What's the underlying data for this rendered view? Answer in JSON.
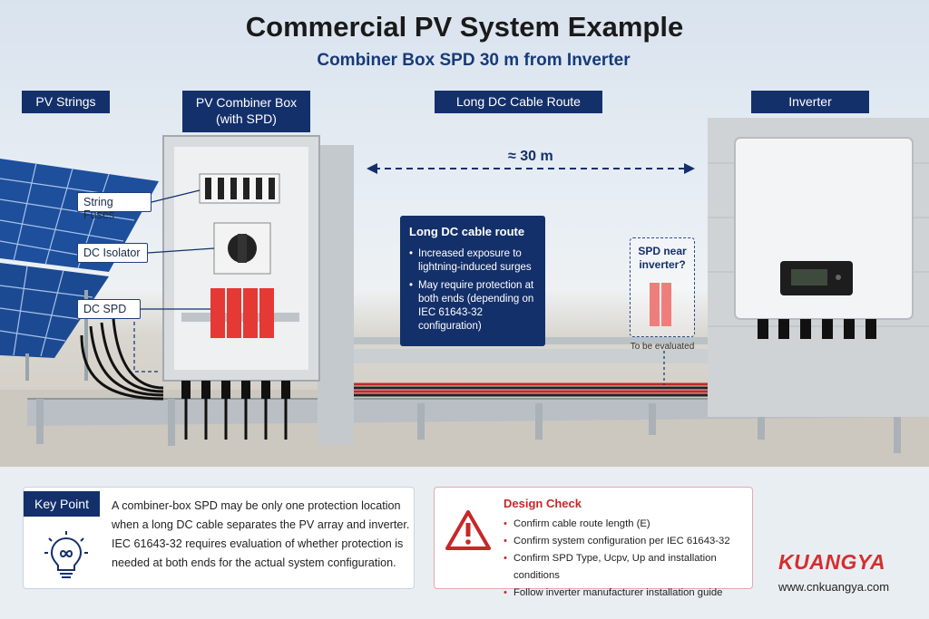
{
  "header": {
    "title": "Commercial PV System Example",
    "subtitle": "Combiner Box SPD 30 m from Inverter"
  },
  "tags": {
    "strings": "PV Strings",
    "combiner_line1": "PV Combiner Box",
    "combiner_line2": "(with SPD)",
    "cable": "Long DC Cable Route",
    "inverter": "Inverter"
  },
  "distance": "≈ 30 m",
  "callouts": {
    "fuses": "String Fuses",
    "isolator": "DC Isolator",
    "spd": "DC SPD"
  },
  "cable_info": {
    "title": "Long DC cable route",
    "items": [
      "Increased exposure to lightning-induced surges",
      "May require protection at both ends (depending on IEC 61643-32 configuration)"
    ]
  },
  "spd_near": {
    "line1": "SPD near",
    "line2": "inverter?",
    "note": "To be evaluated"
  },
  "key_point": {
    "label": "Key Point",
    "text": "A combiner-box SPD may be only one protection location when a long DC cable separates the PV array and inverter. IEC 61643-32 requires evaluation of whether protection is needed at both ends for the actual system configuration."
  },
  "design_check": {
    "title": "Design Check",
    "items": [
      "Confirm cable route length (E)",
      "Confirm system configuration per IEC 61643-32",
      "Confirm SPD Type, Ucpv, Up and installation conditions",
      "Follow inverter manufacturer installation guide"
    ]
  },
  "brand": {
    "logo": "KUANGYA",
    "website": "www.cnkuangya.com"
  },
  "colors": {
    "navy": "#14306b",
    "spd_red": "#e53935",
    "warn_red": "#c62828"
  }
}
